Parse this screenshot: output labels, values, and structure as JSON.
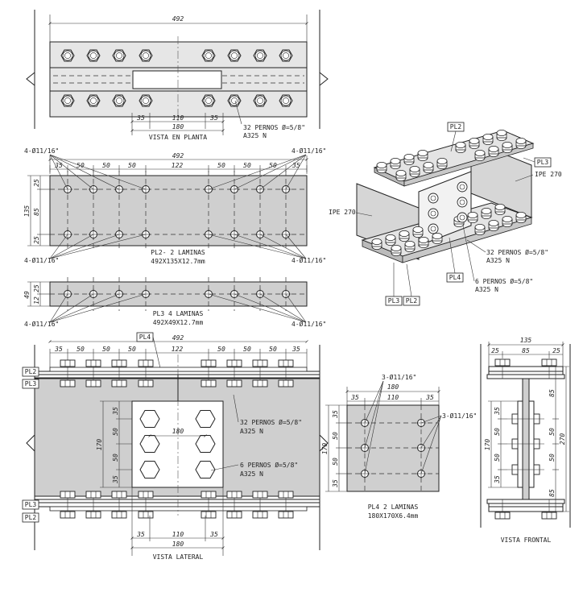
{
  "plan_view": {
    "title": "VISTA EN PLANTA",
    "dim_total": "492",
    "dim_35_left": "35",
    "dim_110": "110",
    "dim_35_right": "35",
    "dim_180": "180",
    "bolt_note_1": "32 PERNOS Ø=5/8\"",
    "bolt_note_2": "A325 N"
  },
  "pl2": {
    "title_1": "PL2- 2 LAMINAS",
    "title_2": "492X135X12.7mm",
    "dim_total": "492",
    "dims_top": [
      "35",
      "50",
      "50",
      "50",
      "122",
      "50",
      "50",
      "50",
      "35"
    ],
    "dims_side": [
      "25",
      "85",
      "25"
    ],
    "dim_135": "135",
    "hole_note": "4-Ø11/16\""
  },
  "pl3": {
    "title_1": "PL3 4 LAMINAS",
    "title_2": "492X49X12.7mm",
    "dim_49": "49",
    "dims_side": [
      "25",
      "12"
    ],
    "hole_note": "4-Ø11/16\""
  },
  "iso_view": {
    "tag_pl2": "PL2",
    "tag_pl3": "PL3",
    "tag_pl4": "PL4",
    "tag_ipe_right": "IPE 270",
    "tag_ipe_left": "IPE 270",
    "bolt32_1": "32 PERNOS Ø=5/8\"",
    "bolt32_2": "A325 N",
    "bolt6_1": "6 PERNOS Ø=5/8\"",
    "bolt6_2": "A325 N"
  },
  "lateral_view": {
    "title": "VISTA LATERAL",
    "tag_pl4": "PL4",
    "tag_pl2": "PL2",
    "tag_pl3": "PL3",
    "dim_total": "492",
    "dims_top": [
      "35",
      "50",
      "50",
      "50",
      "122",
      "50",
      "50",
      "50",
      "35"
    ],
    "dim_180_inner": "180",
    "dims_left": [
      "35",
      "50",
      "50",
      "35"
    ],
    "dim_170": "170",
    "dims_bottom": [
      "35",
      "110",
      "35"
    ],
    "dim_180": "180",
    "bolt32_1": "32 PERNOS Ø=5/8\"",
    "bolt32_2": "A325 N",
    "bolt6_1": "6 PERNOS Ø=5/8\"",
    "bolt6_2": "A325 N"
  },
  "pl4": {
    "title_1": "PL4 2 LAMINAS",
    "title_2": "180X170X6.4mm",
    "dim_180": "180",
    "dims_top": [
      "35",
      "110",
      "35"
    ],
    "dims_left": [
      "35",
      "50",
      "50",
      "35"
    ],
    "dim_170": "170",
    "hole_note": "3-Ø11/16\""
  },
  "front_view": {
    "title": "VISTA FRONTAL",
    "dim_135": "135",
    "dims_top": [
      "25",
      "85",
      "25"
    ],
    "dims_left": [
      "35",
      "50",
      "50",
      "35"
    ],
    "dim_170": "170",
    "dims_right": [
      "85",
      "50",
      "50",
      "85"
    ],
    "dim_270": "270"
  }
}
